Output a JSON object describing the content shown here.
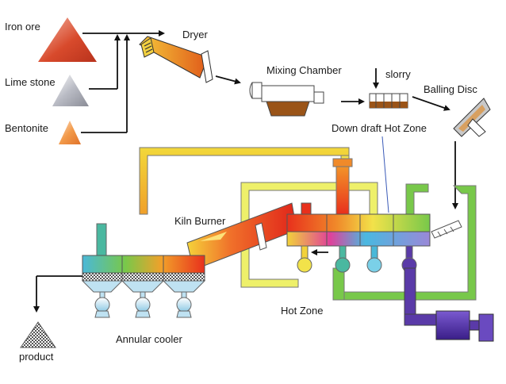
{
  "labels": {
    "iron_ore": "Iron ore",
    "lime_stone": "Lime stone",
    "bentonite": "Bentonite",
    "dryer": "Dryer",
    "mixing_chamber": "Mixing Chamber",
    "slorry": "slorry",
    "balling_disc": "Balling Disc",
    "down_draft_hot_zone": "Down draft Hot Zone",
    "kiln_burner": "Kiln Burner",
    "hot_zone": "Hot Zone",
    "annular_cooler": "Annular cooler",
    "product": "product"
  },
  "colors": {
    "iron_ore_pile": "#d2472a",
    "lime_stone_pile": "#9a9ca6",
    "bentonite_pile": "#f08a3a",
    "duct_yellow": "#f0e046",
    "duct_green": "#7bcf4a",
    "duct_purple": "#5a3aa8",
    "kiln_red": "#e8361e",
    "kiln_orange": "#f39a2a",
    "cooler_blue": "#a8d8ec",
    "arrow": "#111111"
  }
}
